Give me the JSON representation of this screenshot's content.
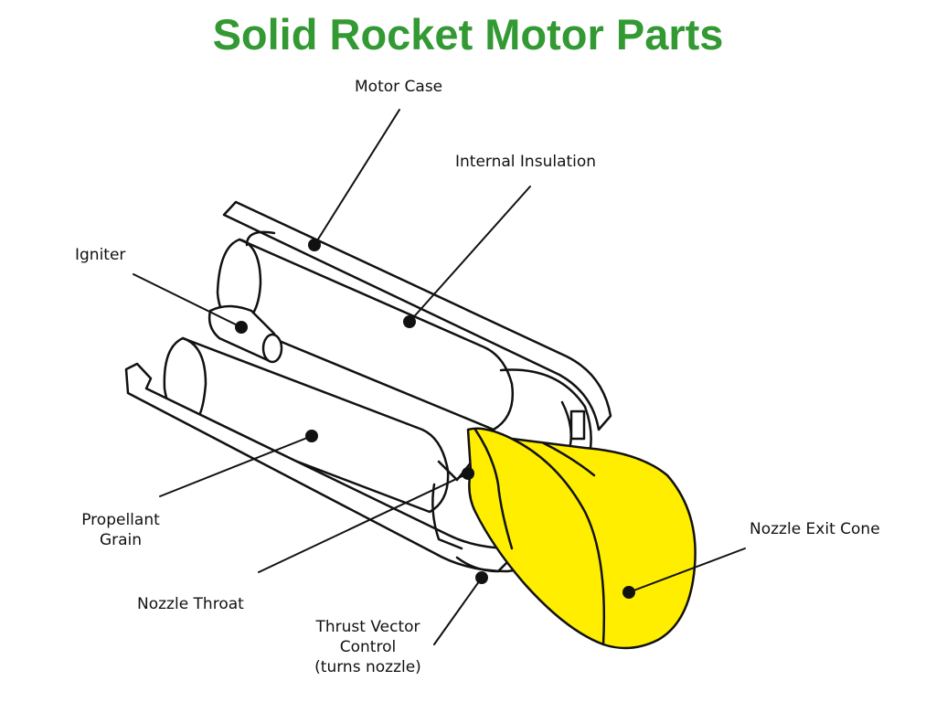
{
  "title": "Solid Rocket Motor Parts",
  "colors": {
    "title": "#339933",
    "nozzle": "#ffee00",
    "line": "#111111"
  },
  "labels": {
    "motor_case": "Motor Case",
    "internal_insulation": "Internal Insulation",
    "igniter": "Igniter",
    "propellant_grain": [
      "Propellant",
      "Grain"
    ],
    "nozzle_throat": "Nozzle Throat",
    "thrust_vector_control": [
      "Thrust Vector",
      "Control",
      "(turns nozzle)"
    ],
    "nozzle_exit_cone": "Nozzle Exit Cone"
  }
}
